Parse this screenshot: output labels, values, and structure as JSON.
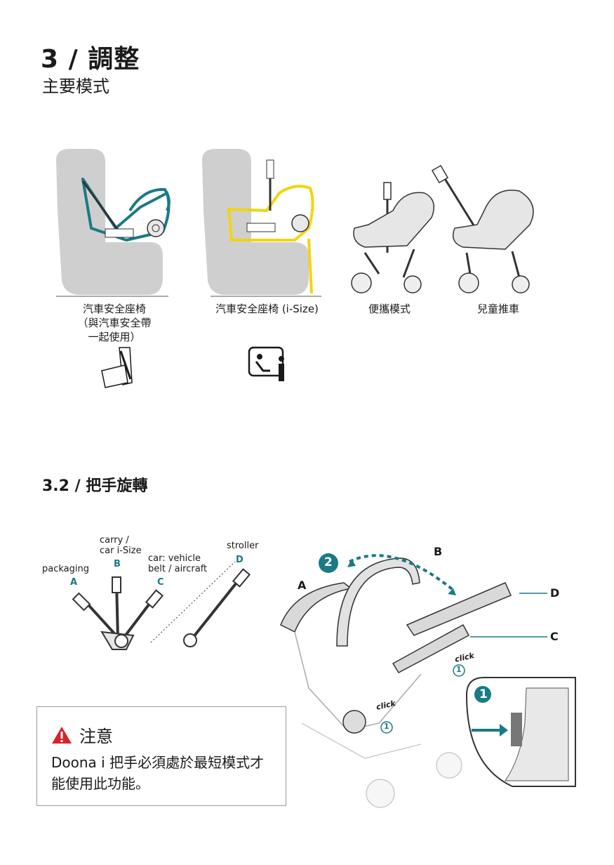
{
  "header": {
    "title": "3 / 調整",
    "subtitle": "主要模式"
  },
  "modes": [
    {
      "caption": "汽車安全座椅\n（與汽車安全帶\n一起使用）",
      "icon": "seat-belt-icon"
    },
    {
      "caption": "汽車安全座椅 (i-Size)",
      "icon": "isofix-i-icon"
    },
    {
      "caption": "便攜模式"
    },
    {
      "caption": "兒童推車"
    }
  ],
  "section": {
    "title": "3.2 / 把手旋轉"
  },
  "handle_positions": [
    {
      "label": "packaging",
      "letter": "A"
    },
    {
      "label": "carry /\ncar i-Size",
      "letter": "B"
    },
    {
      "label": "car: vehicle\nbelt / aircraft",
      "letter": "C"
    },
    {
      "label": "stroller",
      "letter": "D"
    }
  ],
  "diagram": {
    "letters": [
      "A",
      "B",
      "C",
      "D"
    ],
    "step2": "2",
    "step1": "1",
    "click": "click"
  },
  "warning": {
    "heading": "注意",
    "body": "Doona i 把手必須處於最短模式才能使用此功能。"
  },
  "colors": {
    "teal": "#1a7a86",
    "yellow": "#f3d40e",
    "seat_gray": "#cfcfcf",
    "warning_red": "#d8232a"
  }
}
